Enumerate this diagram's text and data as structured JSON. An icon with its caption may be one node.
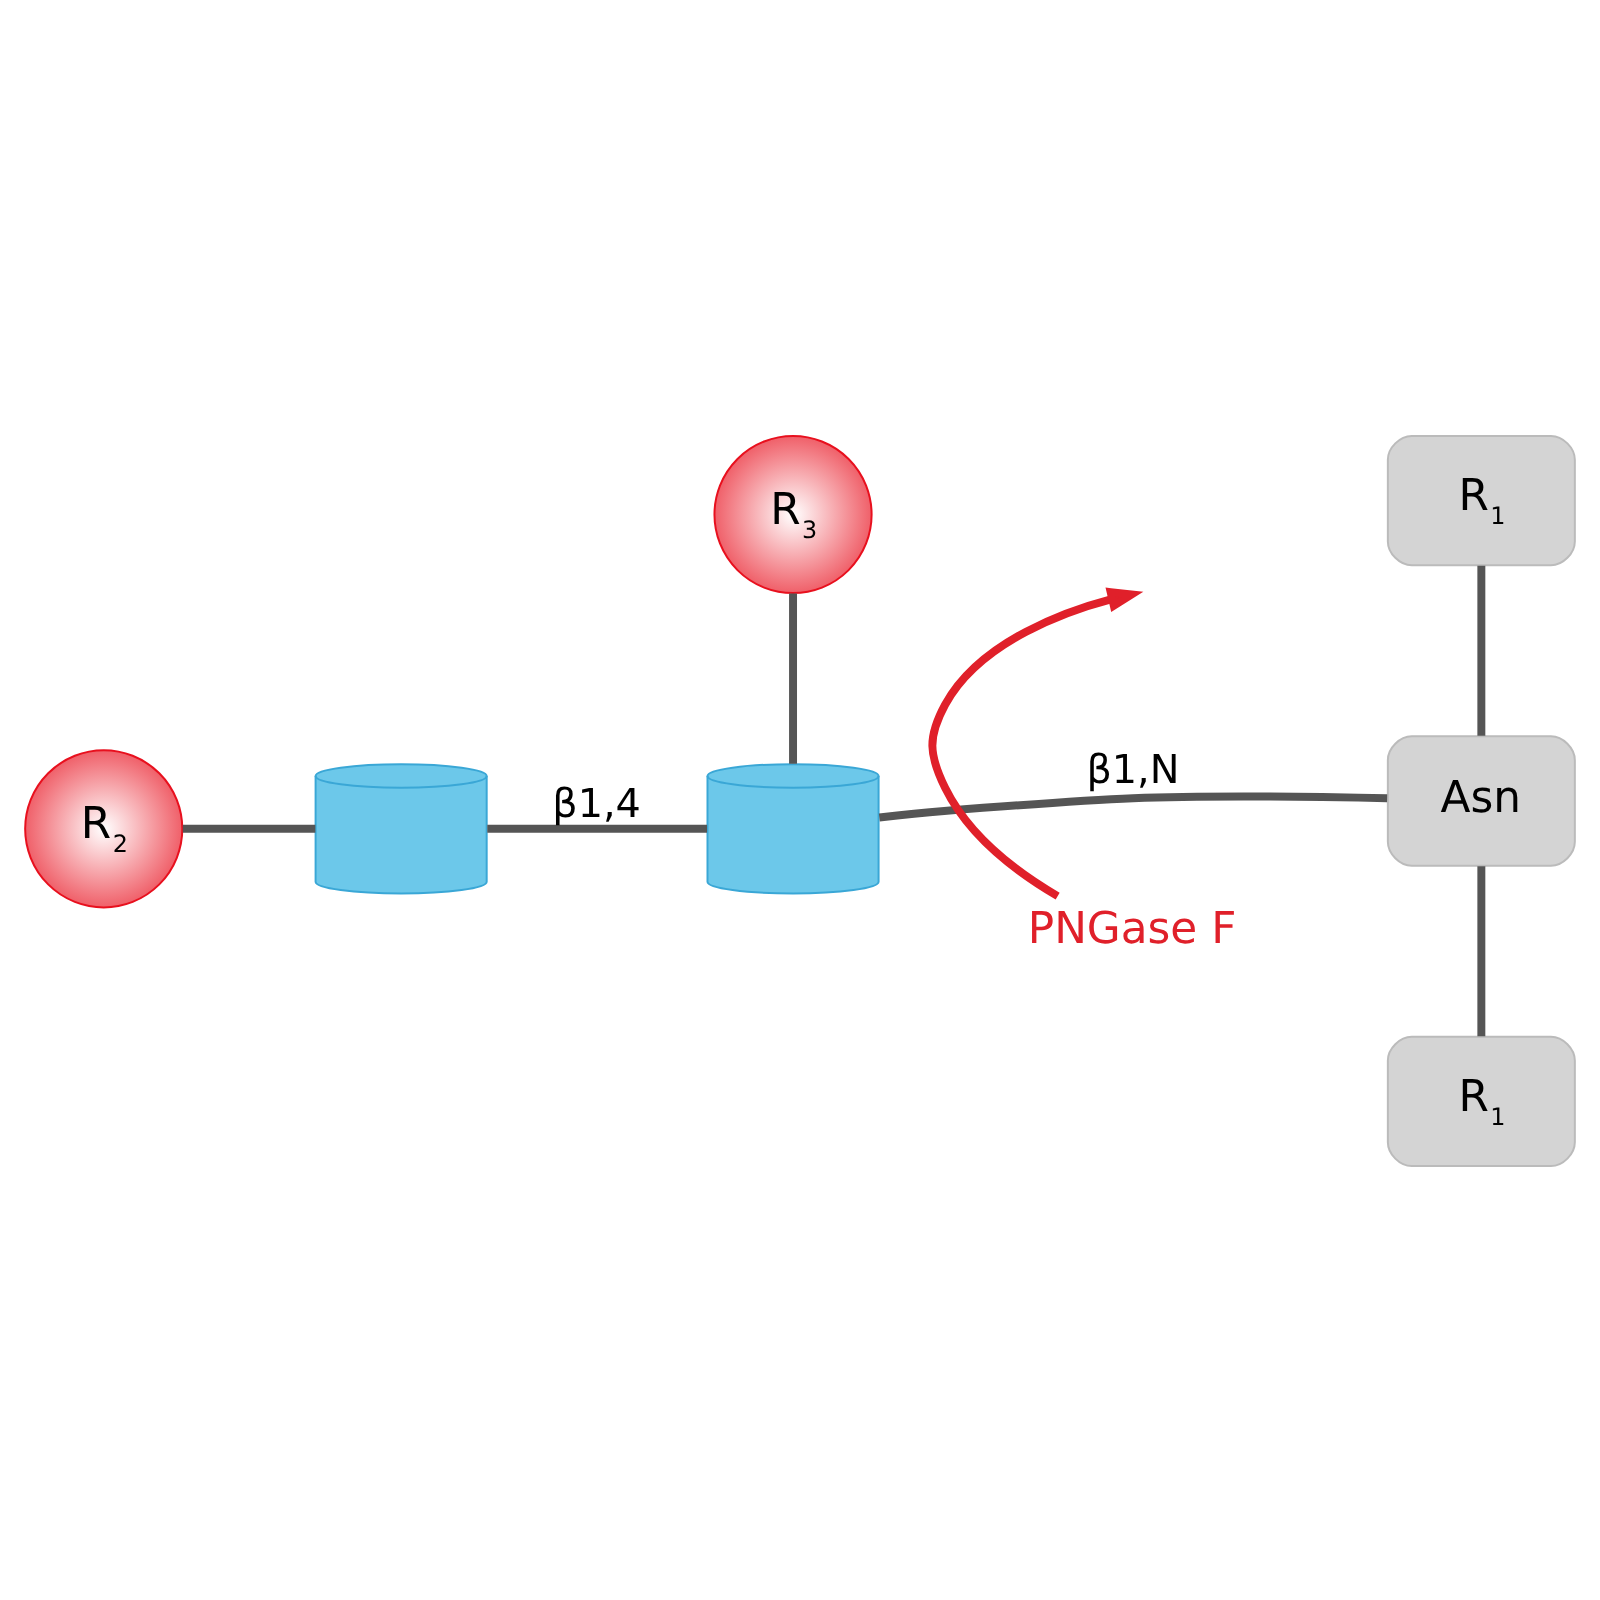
{
  "diagram": {
    "nodes": [
      {
        "text": [
          "R$_{3}$"
        ]
      },
      {
        "text": [
          "R$_{1}$"
        ]
      },
      {
        "text": [
          "R$_{2}$"
        ]
      },
      {
        "text": [],
        "shape": "cylinder"
      },
      {
        "text": [],
        "shape": "cylinder"
      },
      {
        "text": [
          "Asn"
        ]
      },
      {
        "text": [
          "PNGase F"
        ]
      },
      {
        "text": [
          "R$_{1}$"
        ]
      }
    ],
    "edges": [
      {
        "from": 2,
        "to": 3,
        "arrow": "none"
      },
      {
        "from": 3,
        "to": 4,
        "arrow": "none",
        "label": "β1,4"
      },
      {
        "from": 4,
        "to": 0,
        "arrow": "none"
      },
      {
        "from": 4,
        "to": 5,
        "arrow": "none",
        "label": "β1,N"
      },
      {
        "from": 1,
        "to": 5,
        "arrow": "none"
      },
      {
        "from": 5,
        "to": 7,
        "arrow": "none"
      },
      {
        "from": 6,
        "to": null,
        "arrow": "to",
        "color": "#e0202a"
      }
    ]
  }
}
